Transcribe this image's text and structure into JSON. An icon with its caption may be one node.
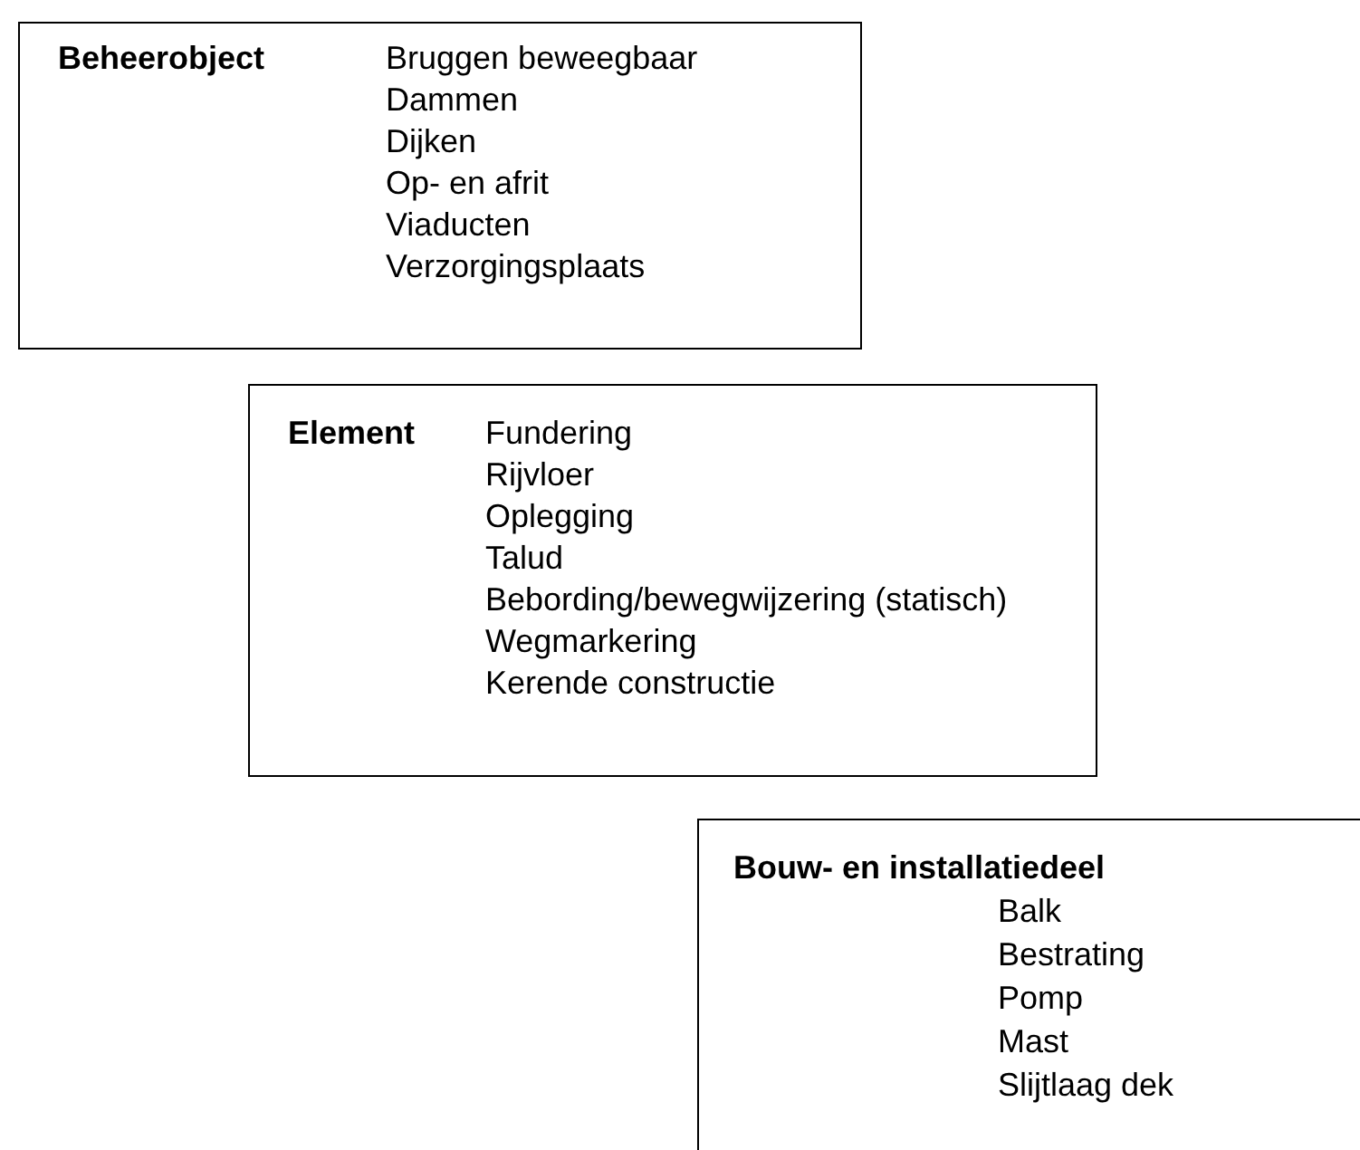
{
  "diagram": {
    "nodes": [
      {
        "text": [
          "Beheerobject",
          "Bruggen beweegbaar",
          "Dammen",
          "Dijken",
          "Op- en afrit",
          "Viaducten",
          "Verzorgingsplaats"
        ]
      },
      {
        "text": [
          "Element",
          "Fundering",
          "Rijvloer",
          "Oplegging",
          "Talud",
          "Bebording/bewegwijzering (statisch)",
          "Wegmarkering",
          "Kerende constructie"
        ]
      },
      {
        "text": [
          "Bouw- en installatiedeel",
          "Balk",
          "Bestrating",
          "Pomp",
          "Mast",
          "Slijtlaag dek"
        ]
      }
    ]
  }
}
